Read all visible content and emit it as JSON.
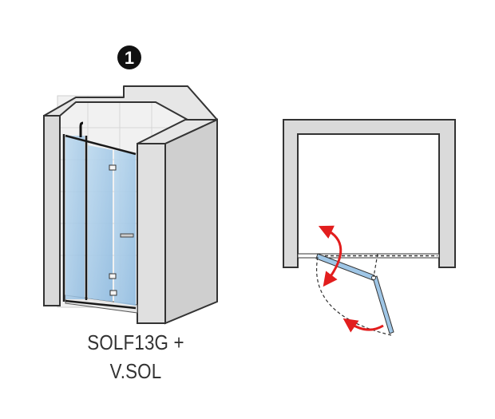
{
  "figure": {
    "step_number": "1",
    "product_line1": "SOLF13G +",
    "product_line2": "V.SOL"
  },
  "colors": {
    "wall_gray": "#dadada",
    "wall_stroke": "#333333",
    "glass_blue": "#a9cde8",
    "arrow_red": "#e21d1d",
    "plan_glass": "#9fc6e6"
  },
  "icons": {
    "step_badge": "numbered-circle-icon",
    "swing_arrow": "curved-double-arrow-icon"
  }
}
